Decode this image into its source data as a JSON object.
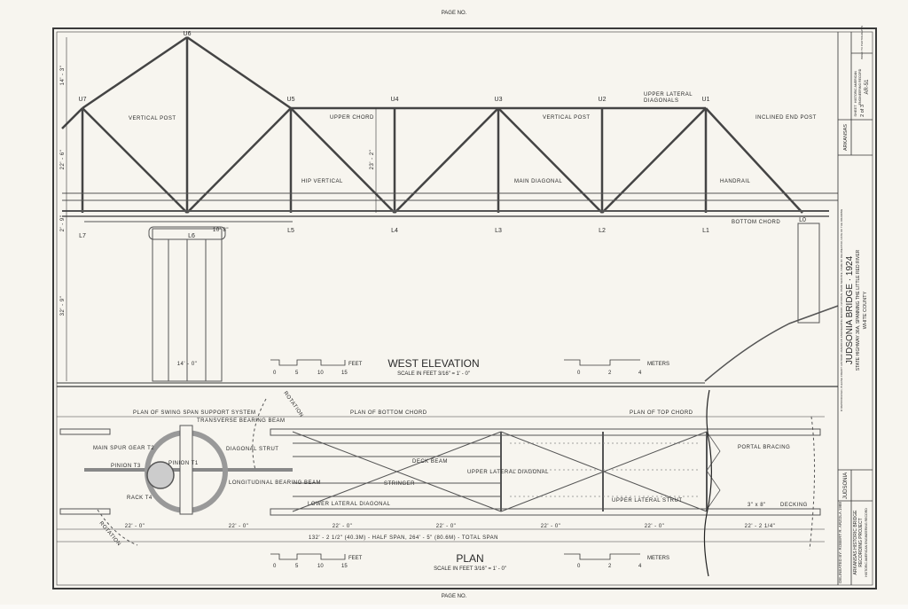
{
  "header_stamp": "PAGE NO.",
  "footer_stamp": "PAGE NO.",
  "elevation": {
    "title": "WEST ELEVATION",
    "scale": "SCALE IN FEET 3/16\" = 1' - 0\"",
    "nodes_upper": [
      "U7",
      "U6",
      "U5",
      "U4",
      "U3",
      "U2",
      "U1"
    ],
    "nodes_lower": [
      "L7",
      "L6",
      "L5",
      "L4",
      "L3",
      "L2",
      "L1",
      "L0"
    ],
    "labels": {
      "vertical_post_left": "VERTICAL POST",
      "upper_chord": "UPPER CHORD",
      "hip_vertical": "HIP VERTICAL",
      "main_diagonal": "MAIN DIAGONAL",
      "vertical_post_right": "VERTICAL POST",
      "upper_lateral_diagonals_1": "UPPER LATERAL",
      "upper_lateral_diagonals_2": "DIAGONALS",
      "inclined_end_post": "INCLINED END POST",
      "handrail": "HANDRAIL",
      "bottom_chord": "BOTTOM CHORD"
    },
    "dimensions": {
      "upper_height": "14' - 3\"",
      "truss_height": "22' - 6\"",
      "inner_height": "23' - 2\"",
      "chord_depth": "2' - 9\"",
      "pier_height": "32' - 9\"",
      "pier_width": "14' - 0\"",
      "bearing": "10' 8\""
    },
    "scale_feet": {
      "unit": "FEET",
      "ticks": [
        "0",
        "5",
        "10",
        "15"
      ]
    },
    "scale_meters": {
      "unit": "METERS",
      "ticks": [
        "0",
        "2",
        "4"
      ]
    }
  },
  "plan": {
    "title": "PLAN",
    "scale": "SCALE IN FEET 3/16\" = 1' - 0\"",
    "section_labels": {
      "swing_support": "PLAN OF SWING SPAN SUPPORT SYSTEM",
      "bottom_chord": "PLAN OF BOTTOM CHORD",
      "top_chord": "PLAN OF TOP CHORD"
    },
    "labels": {
      "transverse_bearing_beam": "TRANSVERSE BEARING BEAM",
      "main_spur_gear": "MAIN SPUR GEAR T2",
      "pinion_t3": "PINION T3",
      "pinion_t1": "PINION T1",
      "diagonal_strut": "DIAGONAL STRUT",
      "longitudinal_bearing_beam": "LONGITUDINAL BEARING BEAM",
      "rack": "RACK T4",
      "deck_beam": "DECK BEAM",
      "stringer": "STRINGER",
      "lower_lateral_diagonal": "LOWER LATERAL DIAGONAL",
      "upper_lateral_diagonal": "UPPER LATERAL DIAGONAL",
      "upper_lateral_strut": "UPPER LATERAL STRUT",
      "portal_bracing": "PORTAL BRACING",
      "decking_size": "3\" x 8\"",
      "decking": "DECKING",
      "rotation_top": "ROTATION",
      "rotation_bottom": "ROTATION"
    },
    "panel_dims": [
      "22' - 0\"",
      "22' - 0\"",
      "22' - 0\"",
      "22' - 0\"",
      "22' - 0\"",
      "22' - 0\"",
      "22' - 2 1/4\""
    ],
    "total_span": "132' - 2 1/2\" (40.3M) - HALF SPAN,  264' - 5\" (80.6M) - TOTAL SPAN",
    "scale_feet": {
      "unit": "FEET",
      "ticks": [
        "0",
        "5",
        "10",
        "15"
      ]
    },
    "scale_meters": {
      "unit": "METERS",
      "ticks": [
        "0",
        "2",
        "4"
      ]
    }
  },
  "title_block": {
    "delineated_by": "DELINEATED BY: ROBERT R. ARZOLA  1988",
    "project_1": "ARKANSAS HISTORIC BRIDGE",
    "project_2": "RECORDING PROJECT",
    "project_3": "HISTORIC AMERICAN ENGINEERING RECORD",
    "location_short": "JUDSONIA",
    "bridge_title": "JUDSONIA BRIDGE  ·  1924",
    "bridge_sub": "STATE HIGHWAY 36A, SPANNING THE LITTLE RED RIVER",
    "county": "WHITE COUNTY",
    "state": "ARKANSAS",
    "sheet_label": "SHEET",
    "sheet_no": "2 of 3",
    "record_1": "HISTORIC AMERICAN",
    "record_2": "ENGINEERING RECORD",
    "record_no": "AR-51",
    "index_label": "INDEX TO PHOTOGRAPHS",
    "margin_note": "IF REPRODUCED, PLEASE CREDIT: HISTORIC AMERICAN ENGINEERING RECORD, NATIONAL PARK SERVICE, NAME OF DELINEATOR, DATE OF THE DRAWING"
  },
  "colors": {
    "paper": "#f7f5ef",
    "ink": "#2a2a2a"
  }
}
